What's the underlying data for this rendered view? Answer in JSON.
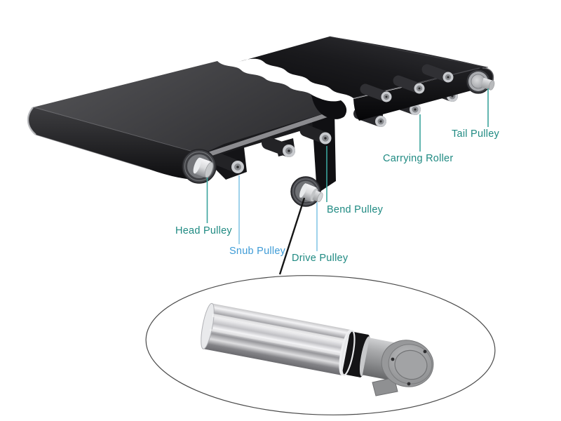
{
  "diagram": {
    "type": "belt-conveyor-components",
    "labels": [
      {
        "id": "head-pulley",
        "text": "Head Pulley",
        "color": "#1F8A82"
      },
      {
        "id": "snub-pulley",
        "text": "Snub Pulley",
        "color": "#3E9BD6"
      },
      {
        "id": "drive-pulley",
        "text": "Drive Pulley",
        "color": "#1F8A82"
      },
      {
        "id": "bend-pulley",
        "text": "Bend Pulley",
        "color": "#1F8A82"
      },
      {
        "id": "carrying-roller",
        "text": "Carrying Roller",
        "color": "#1F8A82"
      },
      {
        "id": "tail-pulley",
        "text": "Tail Pulley",
        "color": "#1F8A82"
      }
    ],
    "colors": {
      "background": "#FFFFFF",
      "label_teal": "#1F8A82",
      "label_blue": "#3E9BD6",
      "leader_teal": "#3AA39D",
      "leader_blue": "#85C7E6",
      "pointer_black": "#151515",
      "belt_gray": "#47474A",
      "belt_black": "#0B0B0D",
      "metal_silver": "#C9CBCF"
    },
    "inset": {
      "shape": "ellipse",
      "depicts": "drum-motor-drive-pulley-detail"
    }
  }
}
